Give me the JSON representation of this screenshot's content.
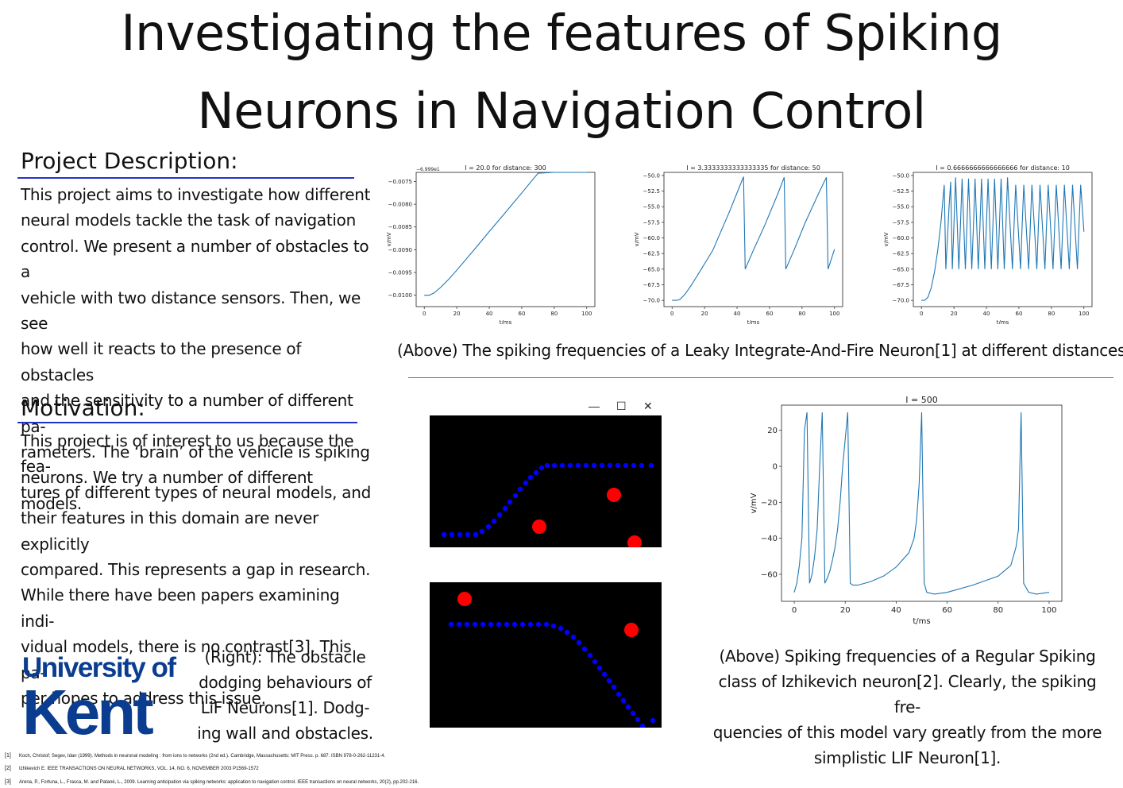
{
  "title": {
    "line1": "Investigating the features of Spiking",
    "line2": "Neurons in Navigation Control"
  },
  "project": {
    "heading": "Project Description:",
    "lines": [
      "This project aims to investigate how different",
      "neural models tackle the task of navigation",
      "control. We present a number of obstacles to a",
      "vehicle with two distance sensors. Then, we see",
      "how well it reacts to the presence of obstacles",
      "and the sensitivity to a number of different pa-",
      "rameters. The ‘brain’ of the vehicle is spiking",
      "neurons. We try a number of different models."
    ]
  },
  "motivation": {
    "heading": "Motivation:",
    "lines": [
      "This project is of interest to us because the fea-",
      "tures of different types of neural models, and",
      "their features in this domain are never explicitly",
      "compared. This represents a gap in research.",
      "While there have been papers examining indi-",
      "vidual models, there is no contrast[3]. This pa-",
      "per hopes to address this issue."
    ]
  },
  "logo": {
    "line1": "University of",
    "line2": "Kent"
  },
  "right_caption": {
    "lines": [
      "(Right): The obstacle",
      "dodging behaviours of",
      "LiF Neurons[1]. Dodg-",
      "ing wall and obstacles."
    ]
  },
  "lif_caption": "(Above) The spiking frequencies of a Leaky Integrate-And-Fire Neuron[1] at different distances",
  "izh_caption": {
    "lines": [
      "(Above) Spiking frequencies of a Regular Spiking",
      "class of Izhikevich neuron[2]. Clearly, the spiking fre-",
      "quencies of this model vary greatly from the more",
      "simplistic LIF Neuron[1]."
    ]
  },
  "window_buttons": {
    "minimize": "—",
    "maximize": "☐",
    "close": "✕"
  },
  "references": [
    {
      "num": "[1]",
      "text": "Koch, Christof; Segev, Idan (1999). Methods in neuronal modeling : from ions to networks (2nd ed.). Cambridge, Massachusetts: MIT Press. p. 687. ISBN 978-0-262-11231-4."
    },
    {
      "num": "[2]",
      "text": "Izhikevich E. IEEE TRANSACTIONS ON NEURAL NETWORKS, VOL. 14, NO. 6, NOVEMBER 2003 P1569-1572"
    },
    {
      "num": "[3]",
      "text": "Arena, P., Fortuna, L., Frasca, M. and Patané, L., 2009. Learning anticipation via spiking networks: application to navigation control. IEEE transactions on neural networks, 20(2), pp.202-216."
    }
  ],
  "colors": {
    "line": "#1f77b4",
    "rule": "#2233cc",
    "kent_blue": "#0a3d8f",
    "obstacle": "#ff0000",
    "path": "#0000ff"
  },
  "chart_data": [
    {
      "type": "line",
      "title": "I = 20.0 for distance: 300",
      "xlabel": "t/ms",
      "ylabel": "v/mV",
      "offset_label": "−6.999e1",
      "xlim": [
        -5,
        105
      ],
      "ylim": [
        -0.01025,
        -0.0073
      ],
      "xticks": [
        0,
        20,
        40,
        60,
        80,
        100
      ],
      "yticks": [
        -0.0075,
        -0.008,
        -0.0085,
        -0.009,
        -0.0095,
        -0.01
      ],
      "ytick_labels": [
        "−0.0075",
        "−0.0080",
        "−0.0085",
        "−0.0090",
        "−0.0095",
        "−0.0100"
      ],
      "x": [
        0,
        3,
        6,
        10,
        15,
        20,
        30,
        40,
        50,
        60,
        70,
        80,
        90,
        100
      ],
      "y": [
        -0.01,
        -0.01,
        -0.00995,
        -0.00983,
        -0.00965,
        -0.00945,
        -0.00903,
        -0.0086,
        -0.00818,
        -0.00775,
        -0.00732,
        -0.0069,
        -0.00648,
        -0.0062
      ]
    },
    {
      "type": "line",
      "title": "I = 3.3333333333333335 for distance: 50",
      "xlabel": "t/ms",
      "ylabel": "v/mV",
      "xlim": [
        -5,
        105
      ],
      "ylim": [
        -71,
        -49.5
      ],
      "xticks": [
        0,
        20,
        40,
        60,
        80,
        100
      ],
      "yticks": [
        -50,
        -52.5,
        -55,
        -57.5,
        -60,
        -62.5,
        -65,
        -67.5,
        -70
      ],
      "ytick_labels": [
        "−50.0",
        "−52.5",
        "−55.0",
        "−57.5",
        "−60.0",
        "−62.5",
        "−65.0",
        "−67.5",
        "−70.0"
      ],
      "x": [
        0,
        3,
        5,
        8,
        12,
        18,
        25,
        35,
        44,
        45,
        50,
        57,
        65,
        69,
        70,
        75,
        82,
        90,
        95,
        96,
        100
      ],
      "y": [
        -70,
        -70,
        -69.8,
        -69,
        -67.5,
        -65,
        -62,
        -56,
        -50.2,
        -65,
        -62,
        -58,
        -53,
        -50.3,
        -65,
        -62,
        -57.5,
        -53,
        -50.3,
        -65,
        -61.8
      ]
    },
    {
      "type": "line",
      "title": "I = 0.6666666666666666 for distance: 10",
      "xlabel": "t/ms",
      "ylabel": "v/mV",
      "xlim": [
        -5,
        105
      ],
      "ylim": [
        -71,
        -49.5
      ],
      "xticks": [
        0,
        20,
        40,
        60,
        80,
        100
      ],
      "yticks": [
        -50,
        -52.5,
        -55,
        -57.5,
        -60,
        -62.5,
        -65,
        -67.5,
        -70
      ],
      "ytick_labels": [
        "−50.0",
        "−52.5",
        "−55.0",
        "−57.5",
        "−60.0",
        "−62.5",
        "−65.0",
        "−67.5",
        "−70.0"
      ],
      "x": [
        0,
        2,
        4,
        6,
        8,
        10,
        12,
        13,
        14,
        15,
        16,
        17,
        18,
        19,
        20,
        21,
        23,
        24,
        25,
        27,
        28,
        29,
        31,
        32,
        33,
        35,
        36,
        37,
        39,
        40,
        41,
        43,
        44,
        45,
        47,
        48,
        49,
        51,
        52,
        53,
        56,
        57,
        58,
        61,
        62,
        63,
        66,
        67,
        68,
        71,
        72,
        73,
        76,
        77,
        78,
        81,
        82,
        83,
        86,
        87,
        88,
        91,
        92,
        93,
        96,
        97,
        98,
        100
      ],
      "y": [
        -70,
        -70,
        -69.5,
        -68,
        -65.5,
        -62,
        -57.5,
        -54.5,
        -51.5,
        -65,
        -60,
        -55,
        -51,
        -65,
        -58,
        -50.3,
        -65,
        -58,
        -50.5,
        -65,
        -58,
        -50.5,
        -65,
        -58,
        -50.5,
        -65,
        -58,
        -50.5,
        -65,
        -58,
        -50.5,
        -65,
        -58,
        -50.5,
        -65,
        -58,
        -50.5,
        -65,
        -58,
        -50.3,
        -65,
        -58,
        -51.5,
        -65,
        -58,
        -51.5,
        -65,
        -58,
        -51.5,
        -65,
        -58,
        -51.5,
        -65,
        -58,
        -51.5,
        -65,
        -58,
        -51.5,
        -65,
        -58,
        -51.5,
        -65,
        -58,
        -51.5,
        -65,
        -58,
        -51.5,
        -59
      ]
    },
    {
      "type": "line",
      "title": "I = 500",
      "xlabel": "t/ms",
      "ylabel": "v/mV",
      "xlim": [
        -5,
        105
      ],
      "ylim": [
        -75,
        34
      ],
      "xticks": [
        0,
        20,
        40,
        60,
        80,
        100
      ],
      "yticks": [
        20,
        0,
        -20,
        -40,
        -60
      ],
      "ytick_labels": [
        "20",
        "0",
        "−20",
        "−40",
        "−60"
      ],
      "x": [
        0,
        1,
        2,
        3,
        4,
        5,
        6,
        7,
        8,
        9,
        10,
        11,
        12,
        13,
        14,
        15,
        16,
        17,
        18,
        19,
        20,
        21,
        22,
        23,
        24,
        25,
        30,
        35,
        40,
        45,
        47,
        48,
        49,
        50,
        51,
        52,
        55,
        60,
        70,
        80,
        85,
        87,
        88,
        89,
        90,
        92,
        95,
        100
      ],
      "y": [
        -70,
        -65,
        -55,
        -40,
        20,
        30,
        -65,
        -60,
        -50,
        -35,
        0,
        30,
        -65,
        -62,
        -58,
        -52,
        -45,
        -35,
        -20,
        0,
        15,
        30,
        -65,
        -66,
        -66,
        -66,
        -64,
        -61,
        -56,
        -48,
        -40,
        -30,
        -10,
        30,
        -65,
        -70,
        -71,
        -70,
        -66,
        -61,
        -55,
        -45,
        -35,
        30,
        -65,
        -70,
        -71,
        -70
      ]
    }
  ],
  "sim_scenes": [
    {
      "path": [
        [
          18,
          150
        ],
        [
          28,
          150
        ],
        [
          38,
          150
        ],
        [
          48,
          150
        ],
        [
          58,
          150
        ],
        [
          66,
          146
        ],
        [
          74,
          140
        ],
        [
          81,
          133
        ],
        [
          88,
          125
        ],
        [
          95,
          117
        ],
        [
          101,
          109
        ],
        [
          108,
          101
        ],
        [
          114,
          93
        ],
        [
          121,
          85
        ],
        [
          127,
          78
        ],
        [
          134,
          72
        ],
        [
          141,
          66
        ],
        [
          148,
          63
        ],
        [
          157,
          63
        ],
        [
          167,
          63
        ],
        [
          177,
          63
        ],
        [
          187,
          63
        ],
        [
          197,
          63
        ],
        [
          207,
          63
        ],
        [
          217,
          63
        ],
        [
          227,
          63
        ],
        [
          237,
          63
        ],
        [
          247,
          63
        ],
        [
          257,
          63
        ],
        [
          267,
          63
        ],
        [
          279,
          63
        ]
      ],
      "obstacles": [
        [
          138,
          140
        ],
        [
          232,
          100
        ],
        [
          258,
          160
        ]
      ]
    },
    {
      "path": [
        [
          27,
          53
        ],
        [
          37,
          53
        ],
        [
          47,
          53
        ],
        [
          57,
          53
        ],
        [
          67,
          53
        ],
        [
          77,
          53
        ],
        [
          87,
          53
        ],
        [
          97,
          53
        ],
        [
          107,
          53
        ],
        [
          117,
          53
        ],
        [
          127,
          53
        ],
        [
          137,
          53
        ],
        [
          147,
          53
        ],
        [
          156,
          55
        ],
        [
          165,
          58
        ],
        [
          173,
          63
        ],
        [
          181,
          69
        ],
        [
          188,
          76
        ],
        [
          195,
          84
        ],
        [
          202,
          92
        ],
        [
          208,
          100
        ],
        [
          214,
          108
        ],
        [
          220,
          116
        ],
        [
          226,
          124
        ],
        [
          232,
          132
        ],
        [
          238,
          141
        ],
        [
          244,
          149
        ],
        [
          250,
          157
        ],
        [
          256,
          165
        ],
        [
          262,
          173
        ],
        [
          268,
          181
        ],
        [
          281,
          174
        ]
      ],
      "obstacles": [
        [
          44,
          21
        ],
        [
          254,
          60
        ]
      ]
    }
  ]
}
